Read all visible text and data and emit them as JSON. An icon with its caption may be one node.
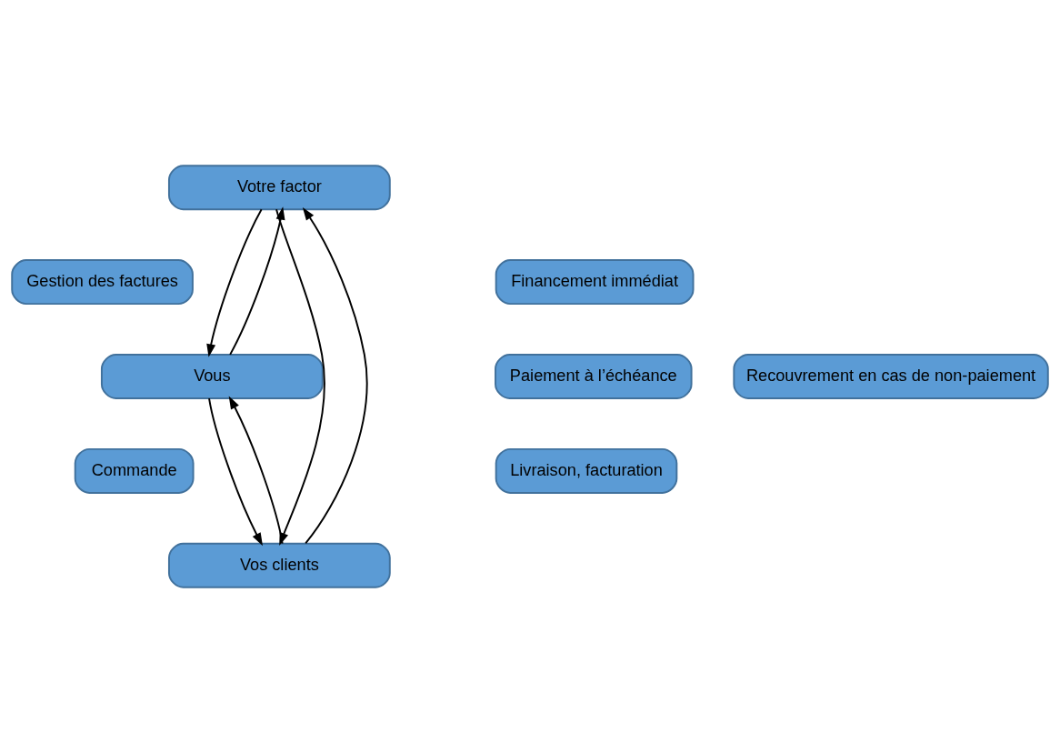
{
  "diagram": {
    "nodes": [
      {
        "text": [
          "Votre factor"
        ]
      },
      {
        "text": [
          "Gestion des factures"
        ]
      },
      {
        "text": [
          "Financement immédiat"
        ]
      },
      {
        "text": [
          "Vous"
        ]
      },
      {
        "text": [
          "Commande"
        ]
      },
      {
        "text": [
          "Livraison, facturation"
        ]
      },
      {
        "text": [
          "Vos clients"
        ]
      },
      {
        "text": [
          "Paiement à l’échéance"
        ]
      },
      {
        "text": [
          "Recouvrement en cas de non-paiement"
        ]
      }
    ],
    "edges": [
      {
        "from": 3,
        "to": 0,
        "arrow": "to"
      },
      {
        "from": 0,
        "to": 3,
        "arrow": "to"
      },
      {
        "from": 6,
        "to": 3,
        "arrow": "to"
      },
      {
        "from": 3,
        "to": 6,
        "arrow": "to"
      },
      {
        "from": 6,
        "to": 0,
        "arrow": "to"
      },
      {
        "from": 0,
        "to": 6,
        "arrow": "to"
      }
    ]
  }
}
